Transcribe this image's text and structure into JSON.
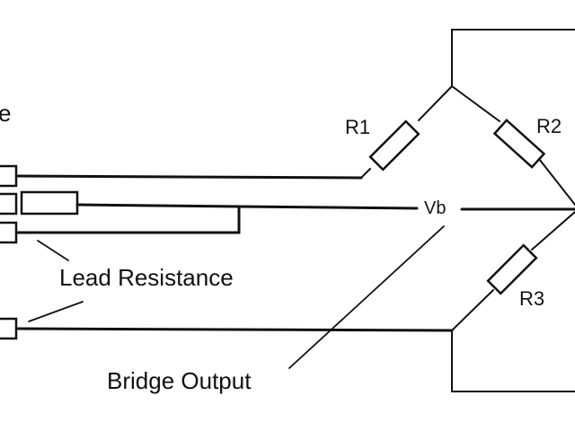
{
  "labels": {
    "r1": "R1",
    "r2": "R2",
    "r3": "R3",
    "vb": "Vb",
    "lead_resistance": "Lead Resistance",
    "bridge_output": "Bridge Output",
    "partial_left": "e"
  },
  "colors": {
    "line": "#111111",
    "background": "#ffffff"
  }
}
